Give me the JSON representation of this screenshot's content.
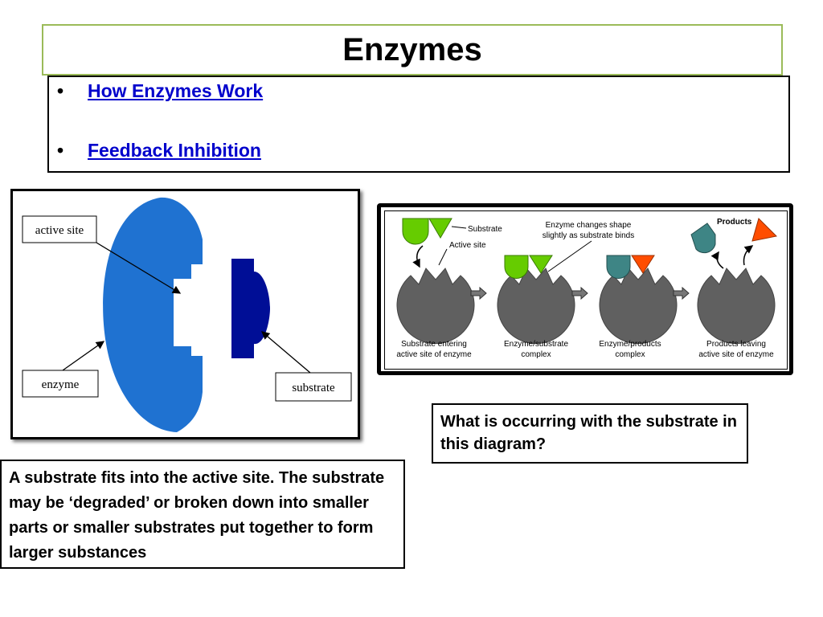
{
  "title": "Enzymes",
  "links": [
    {
      "bullet": "•",
      "label": "How Enzymes Work"
    },
    {
      "bullet": "•",
      "label": "Feedback Inhibition"
    }
  ],
  "left_diagram": {
    "labels": {
      "active_site": "active site",
      "enzyme": "enzyme",
      "substrate": "substrate"
    },
    "colors": {
      "enzyme": "#1f72d1",
      "substrate": "#000e96"
    }
  },
  "right_diagram": {
    "labels": {
      "substrate": "Substrate",
      "active_site": "Active site",
      "shape_change_1": "Enzyme changes shape",
      "shape_change_2": "slightly as substrate binds",
      "products": "Products"
    },
    "captions": [
      [
        "Substrate entering",
        "active site of enzyme"
      ],
      [
        "Enzyme/substrate",
        "complex"
      ],
      [
        "Enzyme/products",
        "complex"
      ],
      [
        "Products leaving",
        "active site of enzyme"
      ]
    ],
    "colors": {
      "enzyme": "#606060",
      "substrate": "#66cc00",
      "product_1": "#3e8585",
      "product_2": "#ff4d00"
    }
  },
  "question": "What is occurring with the substrate in this diagram?",
  "answer": "A substrate fits into the active site.  The substrate may be ‘degraded’ or broken down into smaller parts or smaller substrates put together to form larger substances"
}
